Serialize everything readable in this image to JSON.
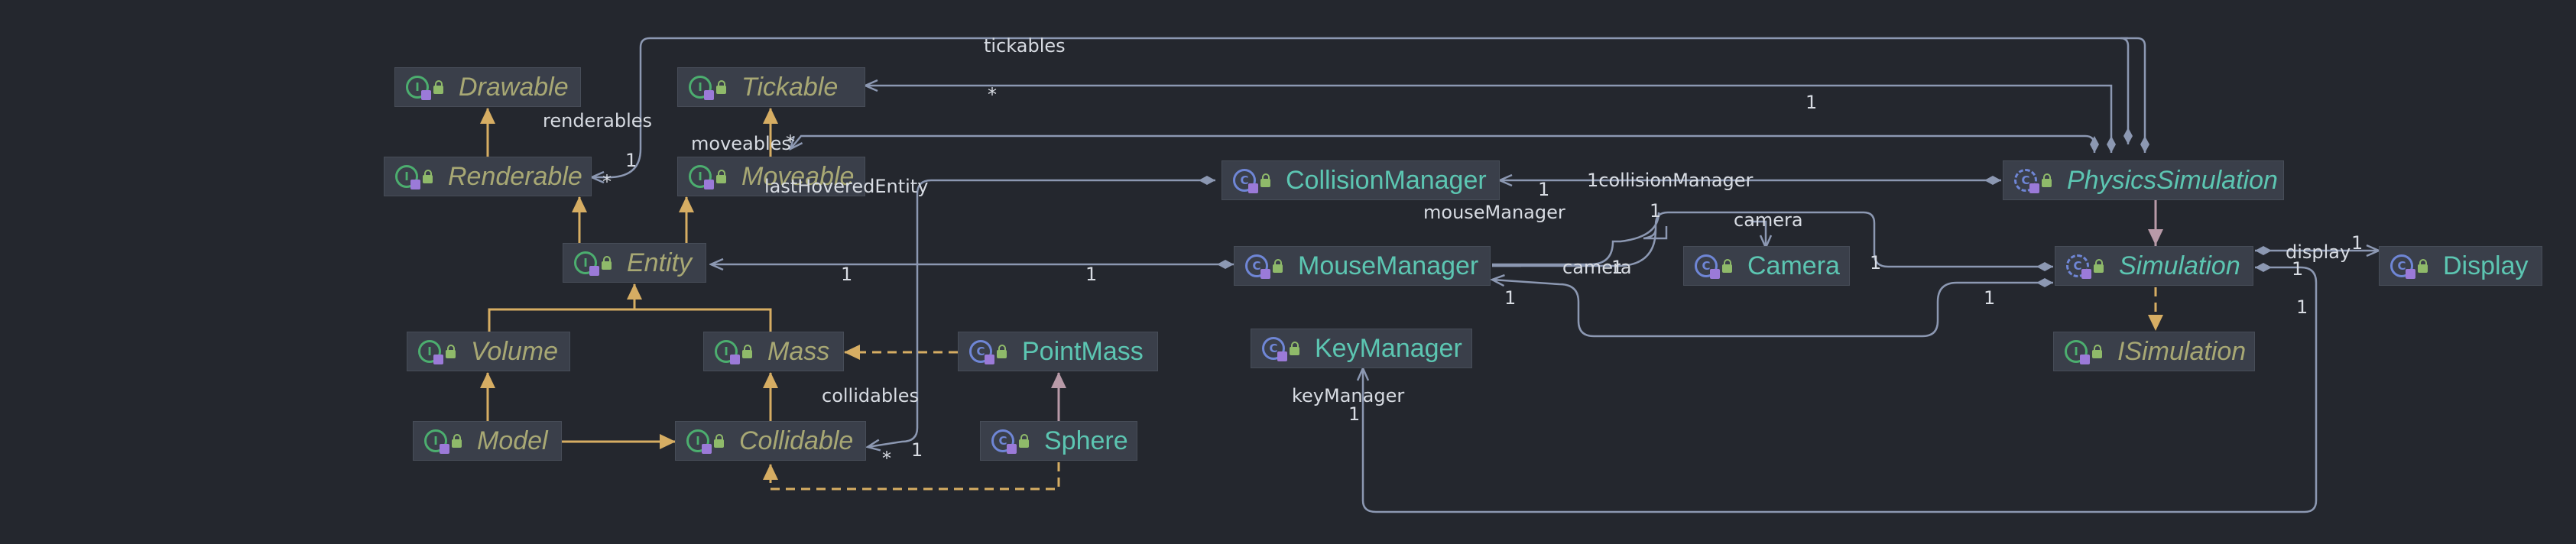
{
  "colors": {
    "background": "#24272e",
    "node_fill": "#3a3f4a",
    "interface_name": "#a8a874",
    "class_name": "#5cc6b2",
    "association_line": "#8c98b2",
    "generalization_arrow": "#d6ad63",
    "realization_arrow": "#b89aa8"
  },
  "nodes": [
    {
      "id": "drawable",
      "name": "Drawable",
      "kind": "interface"
    },
    {
      "id": "tickable",
      "name": "Tickable",
      "kind": "interface"
    },
    {
      "id": "renderable",
      "name": "Renderable",
      "kind": "interface"
    },
    {
      "id": "moveable",
      "name": "Moveable",
      "kind": "interface"
    },
    {
      "id": "entity",
      "name": "Entity",
      "kind": "interface"
    },
    {
      "id": "volume",
      "name": "Volume",
      "kind": "interface"
    },
    {
      "id": "mass",
      "name": "Mass",
      "kind": "interface"
    },
    {
      "id": "pointmass",
      "name": "PointMass",
      "kind": "class"
    },
    {
      "id": "model",
      "name": "Model",
      "kind": "interface"
    },
    {
      "id": "collidable",
      "name": "Collidable",
      "kind": "interface"
    },
    {
      "id": "sphere",
      "name": "Sphere",
      "kind": "class"
    },
    {
      "id": "collisionmanager",
      "name": "CollisionManager",
      "kind": "class"
    },
    {
      "id": "mousemanager",
      "name": "MouseManager",
      "kind": "class"
    },
    {
      "id": "keymanager",
      "name": "KeyManager",
      "kind": "class"
    },
    {
      "id": "camera",
      "name": "Camera",
      "kind": "class"
    },
    {
      "id": "physicssimulation",
      "name": "PhysicsSimulation",
      "kind": "abstract"
    },
    {
      "id": "simulation",
      "name": "Simulation",
      "kind": "abstract"
    },
    {
      "id": "isimulation",
      "name": "ISimulation",
      "kind": "interface"
    },
    {
      "id": "display",
      "name": "Display",
      "kind": "class"
    }
  ],
  "edge_labels": [
    {
      "id": "tickables",
      "text": "tickables"
    },
    {
      "id": "tickables-many",
      "text": "*"
    },
    {
      "id": "tickables-one",
      "text": "1"
    },
    {
      "id": "renderables",
      "text": "renderables"
    },
    {
      "id": "renderables-one",
      "text": "1"
    },
    {
      "id": "renderables-many",
      "text": "*"
    },
    {
      "id": "moveables",
      "text": "moveables"
    },
    {
      "id": "moveables-many",
      "text": "*"
    },
    {
      "id": "last-hovered",
      "text": "lastHoveredEntity"
    },
    {
      "id": "last-hovered-one-a",
      "text": "1"
    },
    {
      "id": "last-hovered-one-b",
      "text": "1"
    },
    {
      "id": "collision-one",
      "text": "1"
    },
    {
      "id": "collision-manager",
      "text": "1collisionManager"
    },
    {
      "id": "mouse-manager",
      "text": "mouseManager"
    },
    {
      "id": "mouse-manager-one",
      "text": "1"
    },
    {
      "id": "camera-top",
      "text": "camera"
    },
    {
      "id": "camera-one",
      "text": "1"
    },
    {
      "id": "camera-left",
      "text": "camera"
    },
    {
      "id": "sim-camera-one",
      "text": "1"
    },
    {
      "id": "mouse-sim-one",
      "text": "1"
    },
    {
      "id": "mouse-sim-one-b",
      "text": "1"
    },
    {
      "id": "display",
      "text": "display"
    },
    {
      "id": "display-one",
      "text": "1"
    },
    {
      "id": "sim-one",
      "text": "1"
    },
    {
      "id": "sim-one-b",
      "text": "1"
    },
    {
      "id": "collidables",
      "text": "collidables"
    },
    {
      "id": "collidables-one",
      "text": "1"
    },
    {
      "id": "collidables-many",
      "text": "*"
    },
    {
      "id": "key-manager",
      "text": "keyManager"
    },
    {
      "id": "key-manager-one",
      "text": "1"
    }
  ]
}
